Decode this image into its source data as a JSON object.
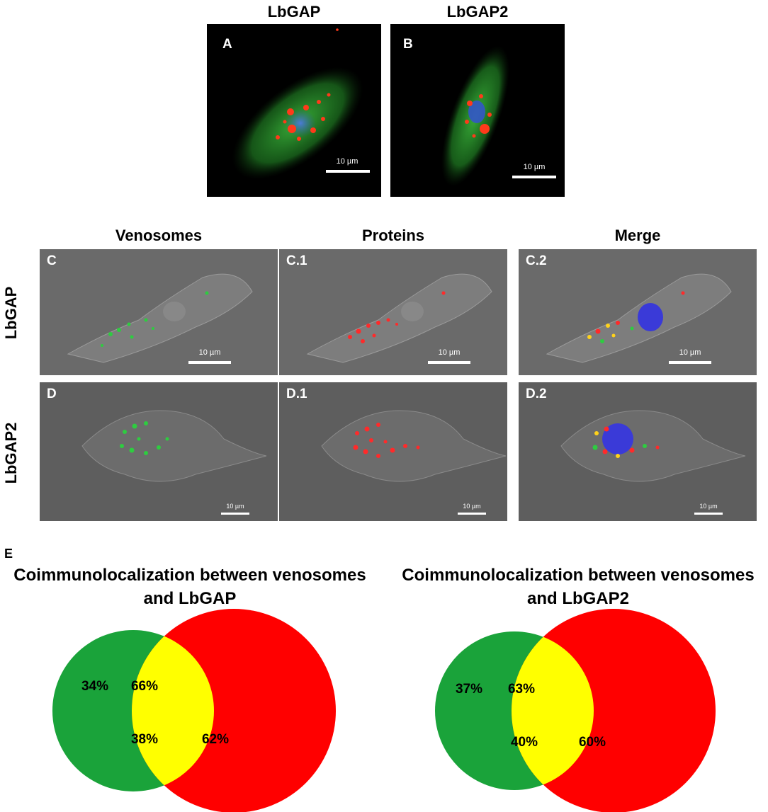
{
  "top_panels": [
    {
      "title": "LbGAP",
      "letter": "A",
      "scale": "10 µm"
    },
    {
      "title": "LbGAP2",
      "letter": "B",
      "scale": "10 µm"
    }
  ],
  "grid": {
    "columns": [
      "Venosomes",
      "Proteins",
      "Merge"
    ],
    "rows": [
      {
        "label": "LbGAP",
        "letters": [
          "C",
          "C.1",
          "C.2"
        ],
        "scale": "10 µm"
      },
      {
        "label": "LbGAP2",
        "letters": [
          "D",
          "D.1",
          "D.2"
        ],
        "scale": "10 µm"
      }
    ]
  },
  "section_e": {
    "letter": "E",
    "venns": [
      {
        "title_line1": "Coimmunolocalization between venosomes",
        "title_line2": "and LbGAP",
        "left_only": "34%",
        "overlap_top": "66%",
        "overlap_bottom": "38%",
        "right_only": "62%"
      },
      {
        "title_line1": "Coimmunolocalization between venosomes",
        "title_line2": "and LbGAP2",
        "left_only": "37%",
        "overlap_top": "63%",
        "overlap_bottom": "40%",
        "right_only": "60%"
      }
    ],
    "colors": {
      "left": "#1aa33a",
      "overlap": "#ffff00",
      "right": "#ff0000"
    }
  }
}
